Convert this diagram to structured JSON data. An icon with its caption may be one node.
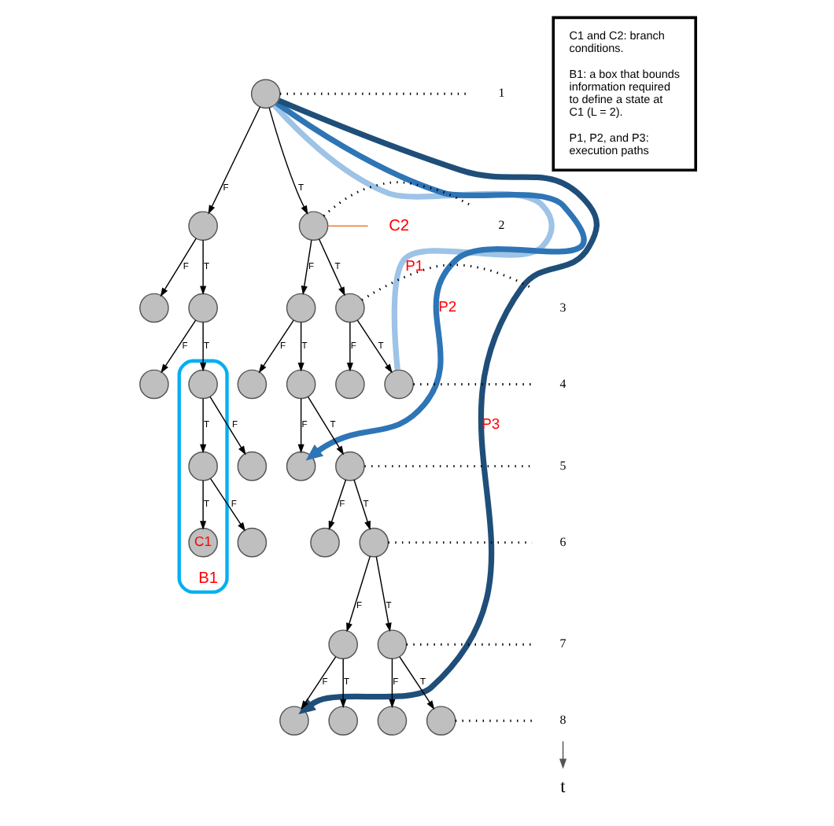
{
  "diagram": {
    "nodes": [
      {
        "text": [],
        "shape": "circle"
      },
      {
        "text": [],
        "shape": "circle"
      },
      {
        "text": [],
        "shape": "circle"
      },
      {
        "text": [],
        "shape": "circle"
      },
      {
        "text": [],
        "shape": "circle"
      },
      {
        "text": [],
        "shape": "circle"
      },
      {
        "text": [],
        "shape": "circle"
      },
      {
        "text": [],
        "shape": "circle"
      },
      {
        "text": [
          "B1"
        ]
      },
      {
        "text": [],
        "shape": "circle",
        "in": 8
      },
      {
        "text": [],
        "shape": "circle"
      },
      {
        "text": [],
        "shape": "circle"
      },
      {
        "text": [],
        "shape": "circle"
      },
      {
        "text": [],
        "shape": "circle"
      },
      {
        "text": [],
        "shape": "circle"
      },
      {
        "text": [],
        "shape": "circle",
        "in": 8
      },
      {
        "text": [],
        "shape": "circle"
      },
      {
        "text": [],
        "shape": "circle"
      },
      {
        "text": [],
        "shape": "circle"
      },
      {
        "text": [
          "C1"
        ],
        "in": 8
      },
      {
        "text": [],
        "shape": "circle"
      },
      {
        "text": [],
        "shape": "circle"
      },
      {
        "text": [],
        "shape": "circle"
      },
      {
        "text": [],
        "shape": "circle"
      },
      {
        "text": [],
        "shape": "circle"
      },
      {
        "text": [],
        "shape": "circle"
      },
      {
        "text": [],
        "shape": "circle"
      },
      {
        "text": [],
        "shape": "circle"
      },
      {
        "text": [
          "C2"
        ]
      },
      {
        "text": [
          "C1 and C2: branch conditions.",
          "B1: a box that bounds information required to define a state at C1 (L = 2).",
          "P1, P2, and P3: execution paths"
        ]
      },
      {
        "text": [
          "1"
        ]
      },
      {
        "text": [
          "2"
        ]
      },
      {
        "text": [
          "3"
        ]
      },
      {
        "text": [
          "4"
        ]
      },
      {
        "text": [
          "5"
        ]
      },
      {
        "text": [
          "6"
        ]
      },
      {
        "text": [
          "7"
        ]
      },
      {
        "text": [
          "8"
        ]
      }
    ],
    "edges": [
      {
        "from": 0,
        "to": 1,
        "arrow": "to",
        "label": "F"
      },
      {
        "from": 0,
        "to": 2,
        "arrow": "to",
        "label": "T"
      },
      {
        "from": 1,
        "to": 3,
        "arrow": "to",
        "label": "F"
      },
      {
        "from": 1,
        "to": 4,
        "arrow": "to",
        "label": "T"
      },
      {
        "from": 2,
        "to": 5,
        "arrow": "to",
        "label": "F"
      },
      {
        "from": 2,
        "to": 6,
        "arrow": "to",
        "label": "T"
      },
      {
        "from": 4,
        "to": 7,
        "arrow": "to",
        "label": "F"
      },
      {
        "from": 4,
        "to": 9,
        "arrow": "to",
        "label": "T"
      },
      {
        "from": 5,
        "to": 10,
        "arrow": "to",
        "label": "F"
      },
      {
        "from": 5,
        "to": 11,
        "arrow": "to",
        "label": "T"
      },
      {
        "from": 6,
        "to": 12,
        "arrow": "to",
        "label": "F"
      },
      {
        "from": 6,
        "to": 13,
        "arrow": "to",
        "label": "T"
      },
      {
        "from": 9,
        "to": 14,
        "arrow": "to",
        "label": "F"
      },
      {
        "from": 9,
        "to": 15,
        "arrow": "to",
        "label": "T"
      },
      {
        "from": 11,
        "to": 16,
        "arrow": "to",
        "label": "F"
      },
      {
        "from": 11,
        "to": 17,
        "arrow": "to",
        "label": "T"
      },
      {
        "from": 15,
        "to": 18,
        "arrow": "to",
        "label": "F"
      },
      {
        "from": 15,
        "to": 19,
        "arrow": "to",
        "label": "T"
      },
      {
        "from": 17,
        "to": 20,
        "arrow": "to",
        "label": "F"
      },
      {
        "from": 17,
        "to": 21,
        "arrow": "to",
        "label": "T"
      },
      {
        "from": 21,
        "to": 22,
        "arrow": "to",
        "label": "F"
      },
      {
        "from": 21,
        "to": 23,
        "arrow": "to",
        "label": "T"
      },
      {
        "from": 22,
        "to": 24,
        "arrow": "to",
        "label": "F"
      },
      {
        "from": 22,
        "to": 25,
        "arrow": "to",
        "label": "T"
      },
      {
        "from": 23,
        "to": 26,
        "arrow": "to",
        "label": "F"
      },
      {
        "from": 23,
        "to": 27,
        "arrow": "to",
        "label": "T"
      },
      {
        "from": 0,
        "to": 13,
        "arrow": "none",
        "label": "P1",
        "style": "thick",
        "color": "#9dc3e6"
      },
      {
        "from": 0,
        "to": 16,
        "arrow": "to",
        "label": "P2",
        "style": "thick",
        "color": "#2e75b6"
      },
      {
        "from": 0,
        "to": 24,
        "arrow": "to",
        "label": "P3",
        "style": "thick",
        "color": "#1f4e79"
      },
      {
        "from": 28,
        "to": 2,
        "arrow": "none",
        "color": "#ed7d31"
      },
      {
        "from": 0,
        "to": 30,
        "arrow": "none",
        "style": "dashed"
      },
      {
        "from": 2,
        "to": 31,
        "arrow": "none",
        "style": "dashed"
      },
      {
        "from": 6,
        "to": 32,
        "arrow": "none",
        "style": "dashed"
      },
      {
        "from": 13,
        "to": 33,
        "arrow": "none",
        "style": "dashed"
      },
      {
        "from": 17,
        "to": 34,
        "arrow": "none",
        "style": "dashed"
      },
      {
        "from": 21,
        "to": 35,
        "arrow": "none",
        "style": "dashed"
      },
      {
        "from": 23,
        "to": 36,
        "arrow": "none",
        "style": "dashed"
      },
      {
        "from": 27,
        "to": 37,
        "arrow": "none",
        "style": "dashed"
      }
    ],
    "labels": [
      "t"
    ]
  }
}
